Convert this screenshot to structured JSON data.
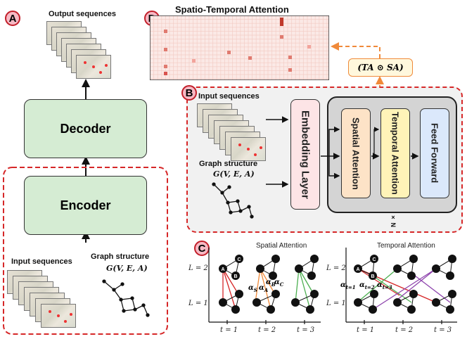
{
  "panel_a": {
    "badge": "A",
    "output_label": "Output sequences",
    "decoder": "Decoder",
    "encoder": "Encoder",
    "input_label": "Input sequences",
    "graph_label": "Graph structure",
    "graph_formula": "G(V, E, A)"
  },
  "panel_d": {
    "badge": "D",
    "title": "Spatio-Temporal Attention",
    "formula": "(TA ⊙ SA)"
  },
  "panel_b": {
    "badge": "B",
    "input_label": "Input sequences",
    "graph_label": "Graph structure",
    "graph_formula": "G(V, E, A)",
    "embedding": "Embedding Layer",
    "spatial": "Spatial Attention",
    "temporal": "Temporal Attention",
    "feed_forward": "Feed Forward",
    "repeat": "× N"
  },
  "panel_c": {
    "badge": "C",
    "spatial_title": "Spatial Attention",
    "temporal_title": "Temporal Attention",
    "l2": "L = 2",
    "l1": "L = 1",
    "t1": "t = 1",
    "t2": "t = 2",
    "t3": "t = 3",
    "alpha_s": "α",
    "alpha_a": "α",
    "alpha_b": "α",
    "alpha_c": "α",
    "alpha_t1": "α",
    "alpha_t2": "α",
    "alpha_t3": "α",
    "sub_s": "S",
    "sub_a": "A",
    "sub_b": "B",
    "sub_c": "C",
    "sub_t1": "t=1",
    "sub_t2": "t=2",
    "sub_t3": "t=3",
    "node_a": "A",
    "node_b": "B",
    "node_c": "C"
  },
  "colors": {
    "accent_red": "#d62728",
    "dash_orange": "#f08a3a",
    "decoder_green": "#d5ecd3",
    "spatial_fill": "#fde3c7",
    "temporal_fill": "#fff3b8",
    "ff_fill": "#dbe8fb",
    "emb_fill": "#fde4e6",
    "gray_block": "#d4d4d4"
  }
}
